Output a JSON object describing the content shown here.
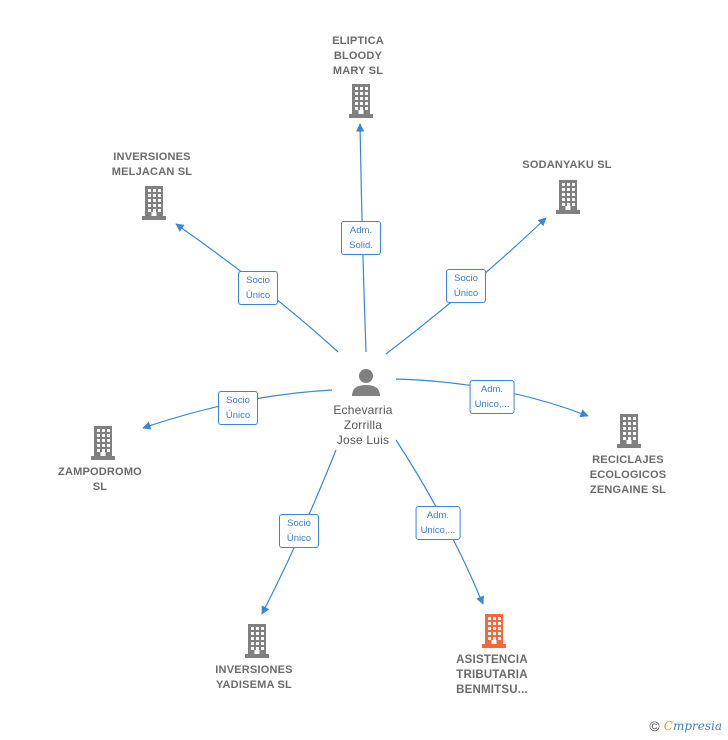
{
  "center": {
    "name": "Echevarria\nZorrilla\nJose Luis"
  },
  "nodes": [
    {
      "id": "eliptica",
      "name": "ELIPTICA\nBLOODY\nMARY SL",
      "edge": "Adm.\nSolid.",
      "color": "#808080"
    },
    {
      "id": "meljacan",
      "name": "INVERSIONES\nMELJACAN  SL",
      "edge": "Socio\nÚnico",
      "color": "#808080"
    },
    {
      "id": "sodanyaku",
      "name": "SODANYAKU SL",
      "edge": "Socio\nÚnico",
      "color": "#808080"
    },
    {
      "id": "zampodromo",
      "name": "ZAMPODROMO\nSL",
      "edge": "Socio\nÚnico",
      "color": "#808080"
    },
    {
      "id": "reciclajes",
      "name": "RECICLAJES\nECOLOGICOS\nZENGAINE  SL",
      "edge": "Adm.\nUnico,...",
      "color": "#808080"
    },
    {
      "id": "yadisema",
      "name": "INVERSIONES\nYADISEMA  SL",
      "edge": "Socio\nÚnico",
      "color": "#808080"
    },
    {
      "id": "asistencia",
      "name": "ASISTENCIA\nTRIBUTARIA\nBENMITSU...",
      "edge": "Adm.\nUnico,...",
      "color": "#f26a3a"
    }
  ],
  "footer": {
    "copyright_symbol": "©",
    "brand_first": "C",
    "brand_rest": "mpresia"
  },
  "colors": {
    "edge": "#3a86d8",
    "building": "#808080",
    "highlight": "#f26a3a",
    "person": "#808080"
  }
}
